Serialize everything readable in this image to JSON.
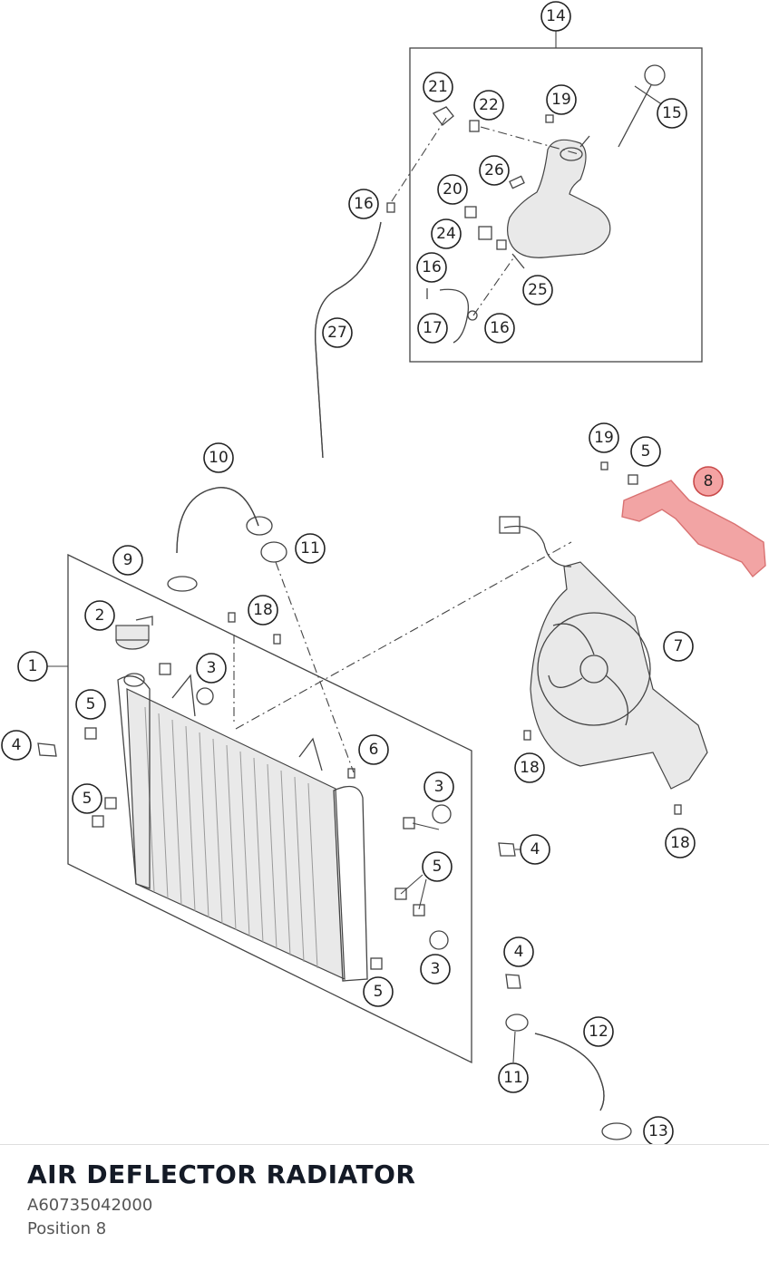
{
  "part": {
    "title": "AIR DEFLECTOR RADIATOR",
    "number": "A60735042000",
    "position": "Position 8"
  },
  "diagram": {
    "highlighted_callout": "8",
    "highlight_color": "#f4a3a3",
    "callouts": [
      "14",
      "21",
      "22",
      "19",
      "15",
      "26",
      "20",
      "16",
      "24",
      "16",
      "25",
      "17",
      "16",
      "27",
      "19",
      "5",
      "8",
      "10",
      "11",
      "9",
      "18",
      "2",
      "3",
      "1",
      "5",
      "4",
      "5",
      "6",
      "7",
      "18",
      "3",
      "5",
      "4",
      "18",
      "3",
      "5",
      "4",
      "12",
      "11",
      "13"
    ]
  }
}
